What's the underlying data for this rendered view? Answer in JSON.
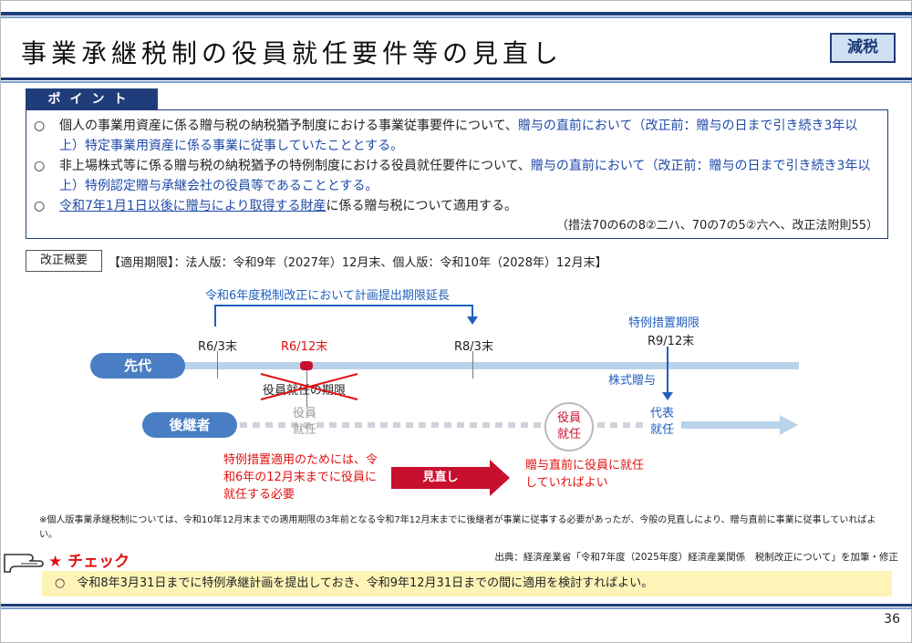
{
  "header": {
    "title": "事業承継税制の役員就任要件等の見直し",
    "badge": "減税"
  },
  "point": {
    "tab_label": "ポイント",
    "items": [
      {
        "marker": "○",
        "plain": "個人の事業用資産に係る贈与税の納税猶予制度における事業従事要件について、",
        "highlight": "贈与の直前において（改正前：贈与の日まで引き続き3年以上）特定事業用資産に係る事業に従事していたこととする。"
      },
      {
        "marker": "○",
        "plain": "非上場株式等に係る贈与税の納税猶予の特例制度における役員就任要件について、",
        "highlight": "贈与の直前において（改正前：贈与の日まで引き続き3年以上）特例認定贈与承継会社の役員等であることとする。"
      },
      {
        "marker": "○",
        "highlight": "令和7年1月1日以後に贈与により取得する財産",
        "plain": "に係る贈与税について適用する。"
      }
    ],
    "reference": "（措法70の6の8②二ハ、70の7の5②六へ、改正法附則55）"
  },
  "overview": {
    "label": "改正概要",
    "period": "【適用期限】：法人版：令和9年（2027年）12月末、個人版：令和10年（2028年）12月末】"
  },
  "timeline": {
    "extension_label": "令和6年度税制改正において計画提出期限延長",
    "special_period_label": "特例措置期限",
    "dates": {
      "r6_3": "R6/3末",
      "r6_12": "R6/12末",
      "r8_3": "R8/3末",
      "r9_12": "R9/12末"
    },
    "predecessor": "先代",
    "successor": "後継者",
    "old_deadline": "役員就任の期限",
    "stock_gift": "株式贈与",
    "officer_before": "役員\n就任",
    "officer_circle": "役員\n就任",
    "representative": "代表\n就任",
    "left_note": "特例措置適用のためには、令和6年の12月末までに役員に就任する必要",
    "arrow_label": "見直し",
    "right_note": "贈与直前に役員に就任していればよい"
  },
  "footnote": "※個人版事業承継税制については、令和10年12月末までの適用期限の3年前となる令和7年12月末までに後継者が事業に従事する必要があったが、今般の見直しにより、贈与直前に事業に従事していればよい。",
  "check": {
    "label": "★ チェック",
    "source": "出典：経済産業省「令和7年度（2025年度）経済産業関係　税制改正について」を加筆・修正",
    "text": "○　令和8年3月31日までに特例承継計画を提出しておき、令和9年12月31日までの間に適用を検討すればよい。"
  },
  "page_number": "36",
  "colors": {
    "navy": "#1f3d7a",
    "blue_text": "#1f4aa8",
    "red": "#c8102e",
    "pill": "#4a7ec4",
    "check_bg": "#fff4b8"
  }
}
